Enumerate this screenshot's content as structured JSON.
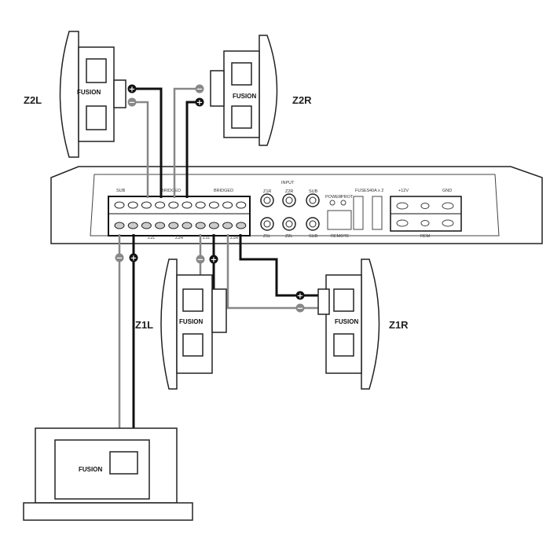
{
  "speakers": {
    "z2l": "Z2L",
    "z2r": "Z2R",
    "z1l": "Z1L",
    "z1r": "Z1R"
  },
  "brand": "FUSION",
  "amp": {
    "top_labels": [
      "SUB",
      "BRIDGED",
      "BRIDGED"
    ],
    "bottom_labels": [
      "Z2L",
      "Z2R",
      "Z1L",
      "Z1R"
    ],
    "input_title": "INPUT",
    "rca_top": [
      "Z1R",
      "Z2R",
      "SUB"
    ],
    "rca_bottom": [
      "Z1L",
      "Z2L",
      "SUB"
    ],
    "power": "POWER",
    "prot": "PROT",
    "remote": "REMOTE",
    "fuses": "FUSES",
    "fuse_rating": "40A x 2",
    "plus12v": "+12V",
    "gnd": "GND",
    "rem": "REM"
  },
  "polarity": {
    "plus": "+",
    "minus": "−"
  },
  "colors": {
    "positive_wire": "#111111",
    "negative_wire": "#888888"
  }
}
